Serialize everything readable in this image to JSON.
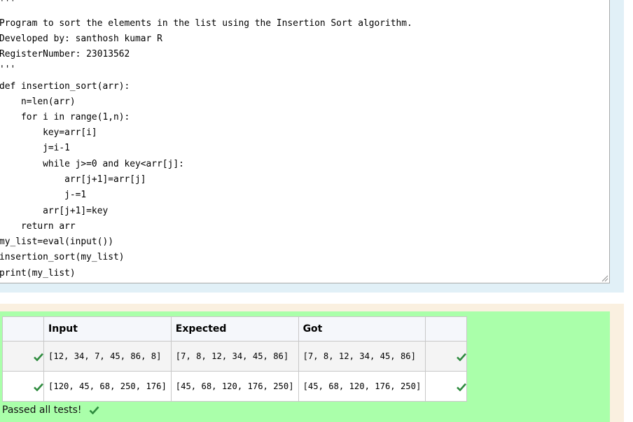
{
  "editor": {
    "lines": [
      "'''",
      "Program to sort the elements in the list using the Insertion Sort algorithm.",
      "Developed by: santhosh kumar R",
      "RegisterNumber: 23013562",
      "'''",
      "def insertion_sort(arr):",
      "    n=len(arr)",
      "    for i in range(1,n):",
      "        key=arr[i]",
      "        j=i-1",
      "        while j>=0 and key<arr[j]:",
      "            arr[j+1]=arr[j]",
      "            j-=1",
      "        arr[j+1]=key",
      "    return arr",
      "my_list=eval(input())",
      "insertion_sort(my_list)",
      "print(my_list)"
    ]
  },
  "results": {
    "headers": {
      "input": "Input",
      "expected": "Expected",
      "got": "Got"
    },
    "rows": [
      {
        "input": "[12, 34, 7, 45, 86, 8]",
        "expected": "[7, 8, 12, 34, 45, 86]",
        "got": "[7, 8, 12, 34, 45, 86]"
      },
      {
        "input": "[120, 45, 68, 250, 176]",
        "expected": "[45, 68, 120, 176, 250]",
        "got": "[45, 68, 120, 176, 250]"
      }
    ],
    "summary": "Passed all tests!"
  },
  "colors": {
    "editor_bg": "#e1f0f7",
    "result_bg": "#faf0e0",
    "pass_green": "#aaffaa",
    "check_green": "#2e8b3e"
  }
}
